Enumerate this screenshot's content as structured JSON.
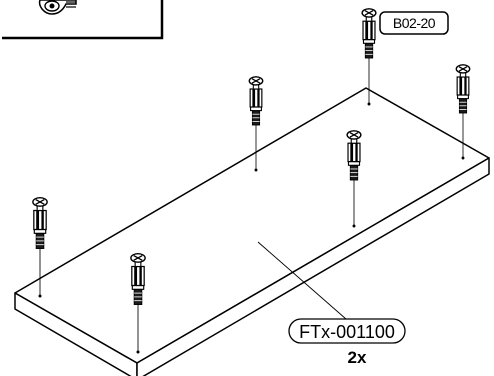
{
  "hardware_label": "B02-20",
  "part_label": "FTx-001100",
  "quantity": "2x",
  "dowel_icon": "cam-dowel-icon",
  "panel_icon": "shelf-panel-icon",
  "colors": {
    "ink": "#000000",
    "paper": "#ffffff"
  }
}
